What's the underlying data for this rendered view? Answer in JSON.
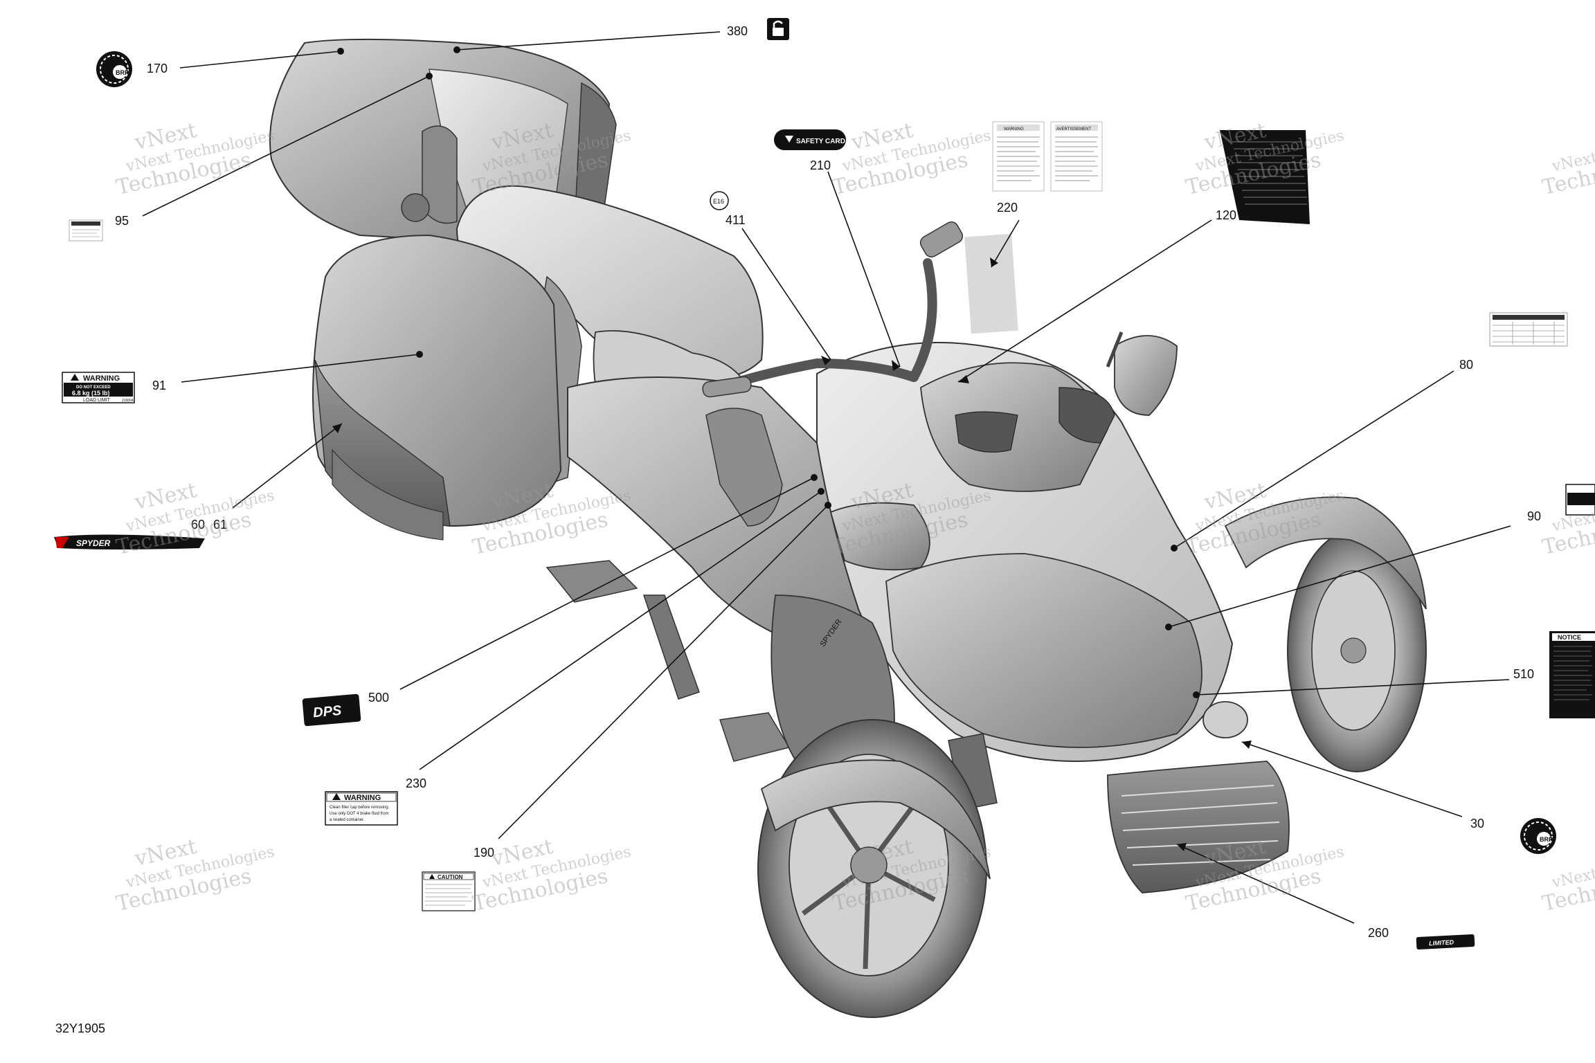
{
  "callouts": {
    "c170": "170",
    "c380": "380",
    "c95": "95",
    "c91": "91",
    "c60": "60",
    "c61": "61",
    "c411": "411",
    "c210": "210",
    "c220": "220",
    "c120": "120",
    "c80": "80",
    "c90": "90",
    "c510": "510",
    "c30": "30",
    "c260": "260",
    "c500": "500",
    "c230": "230",
    "c190": "190"
  },
  "watermark": {
    "line1": "vNext Technologies",
    "line2": "Technologies",
    "line3": "vNext"
  },
  "labels": {
    "safety_card": "SAFETY CARD",
    "e16": "E16",
    "warning": "WARNING",
    "warning_load_1": "DO NOT EXCEED",
    "warning_load_2": "6.8 kg (15 lb)",
    "warning_load_3": "LOAD LIMIT",
    "warning_load_code": "219004",
    "warning_brake_1": "Clean filler cap before removing.",
    "warning_brake_2": "Use only DOT 4 brake fluid from",
    "warning_brake_3": "a sealed container.",
    "caution": "CAUTION",
    "notice": "NOTICE",
    "dps": "DPS",
    "limited": "LIMITED",
    "spyder": "SPYDER",
    "brp": "BRP",
    "sheet_warning": "WARNING",
    "sheet_avert": "AVERTISSEMENT"
  },
  "ref_code": "32Y1905"
}
